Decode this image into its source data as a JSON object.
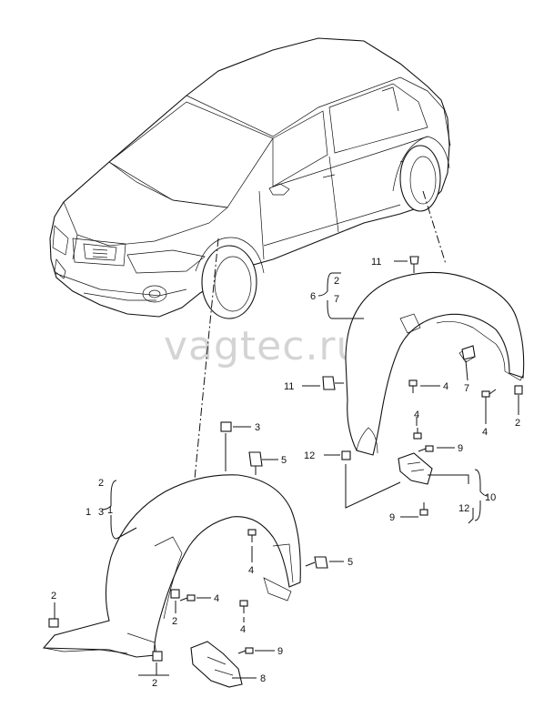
{
  "watermark": "vagtec.ru",
  "callouts": {
    "c1": "1",
    "c2a": "2",
    "c3a": "3",
    "c2b": "2",
    "c3b": "3",
    "c5a": "5",
    "c4a": "4",
    "c5b": "5",
    "c4b": "4",
    "c4c": "4",
    "c2c": "2",
    "c2d": "2",
    "c9a": "9",
    "c8": "8",
    "c11a": "11",
    "c6": "6",
    "c2e": "2",
    "c7a": "7",
    "c11b": "11",
    "c4d": "4",
    "c7b": "7",
    "c4e": "4",
    "c2f": "2",
    "c4f": "4",
    "c12a": "12",
    "c9b": "9",
    "c10": "10",
    "c12b": "12",
    "c9c": "9"
  }
}
